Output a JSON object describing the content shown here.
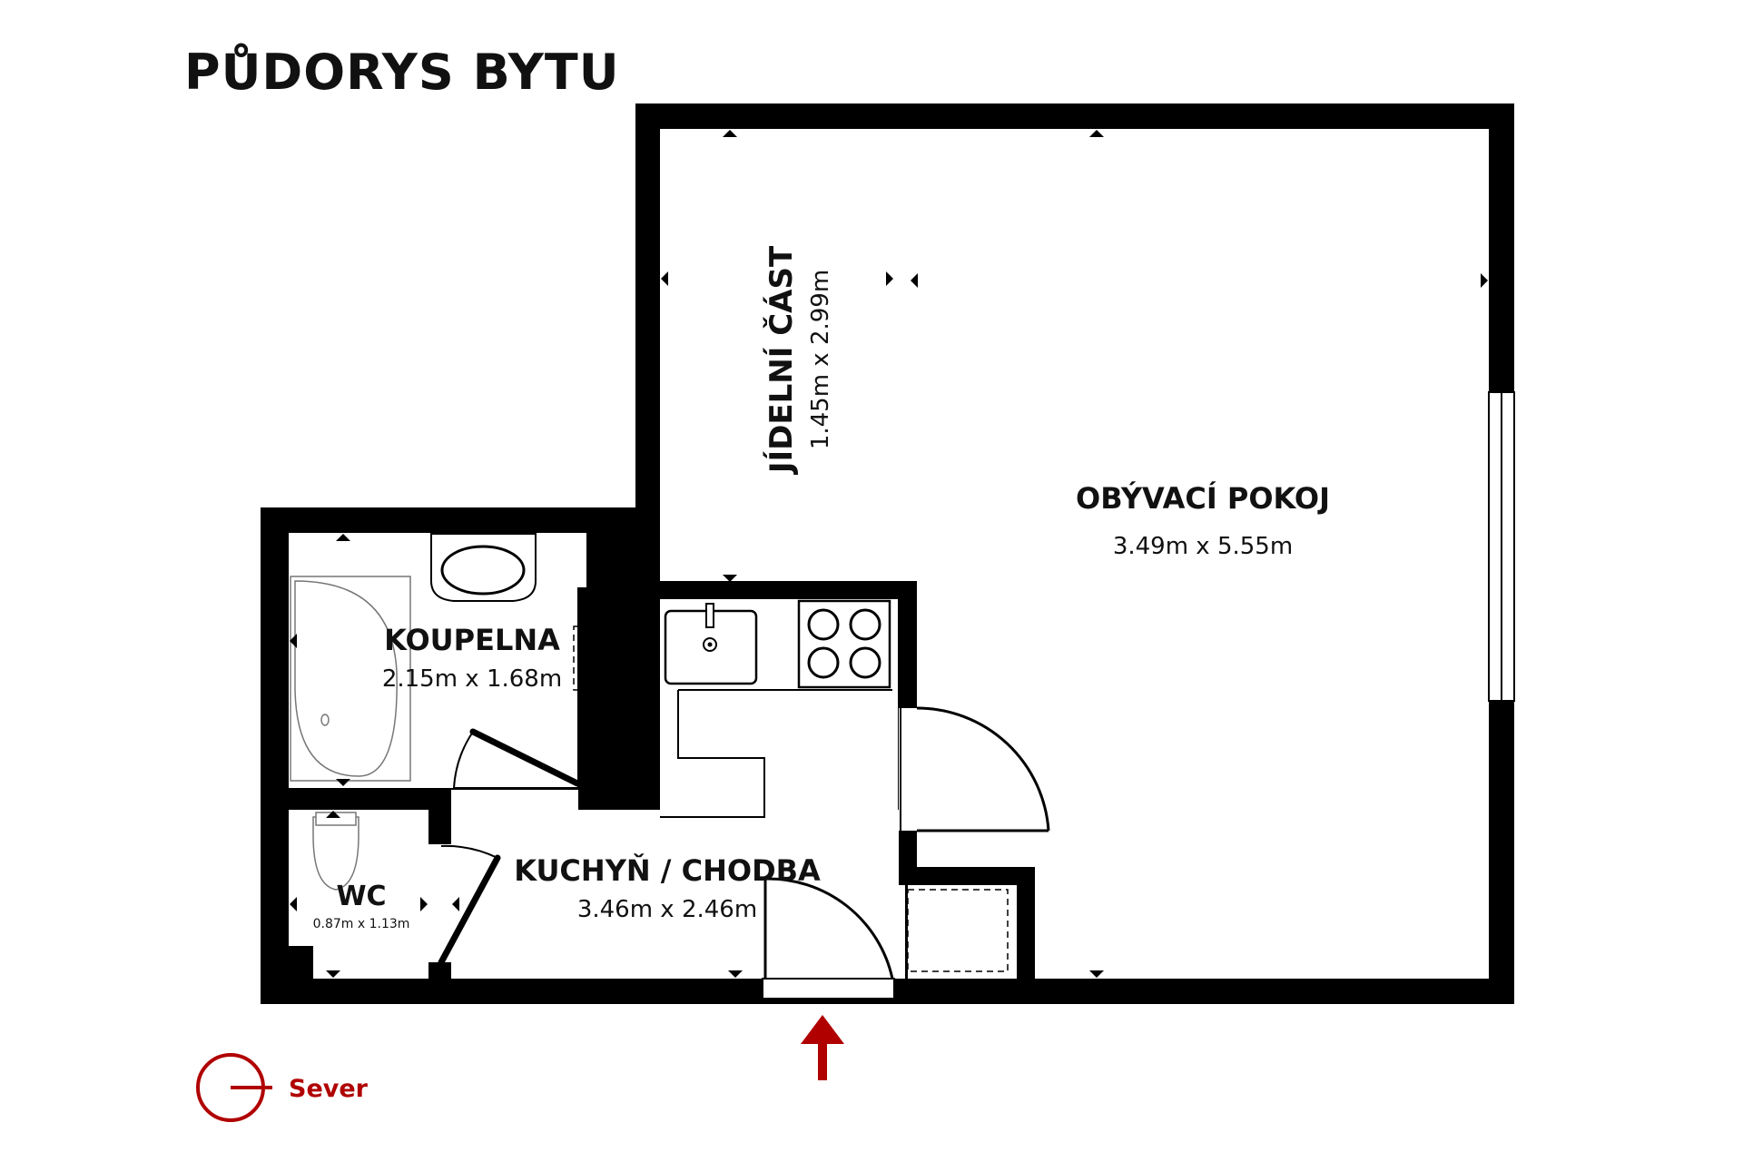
{
  "title": "PŮDORYS BYTU",
  "rooms": {
    "jidelni": {
      "name": "JÍDELNÍ ČÁST",
      "dims": "1.45m x 2.99m"
    },
    "obyvaci": {
      "name": "OBÝVACÍ POKOJ",
      "dims": "3.49m x 5.55m"
    },
    "koupelna": {
      "name": "KOUPELNA",
      "dims": "2.15m x 1.68m"
    },
    "kuchyn": {
      "name": "KUCHYŇ / CHODBA",
      "dims": "3.46m x 2.46m"
    },
    "wc": {
      "name": "WC",
      "dims": "0.87m x 1.13m"
    }
  },
  "compass": {
    "label": "Sever",
    "color": "#b00000"
  },
  "entrance_arrow": {
    "color": "#b00000"
  },
  "colors": {
    "wall": "#000000",
    "accent": "#b00000"
  }
}
